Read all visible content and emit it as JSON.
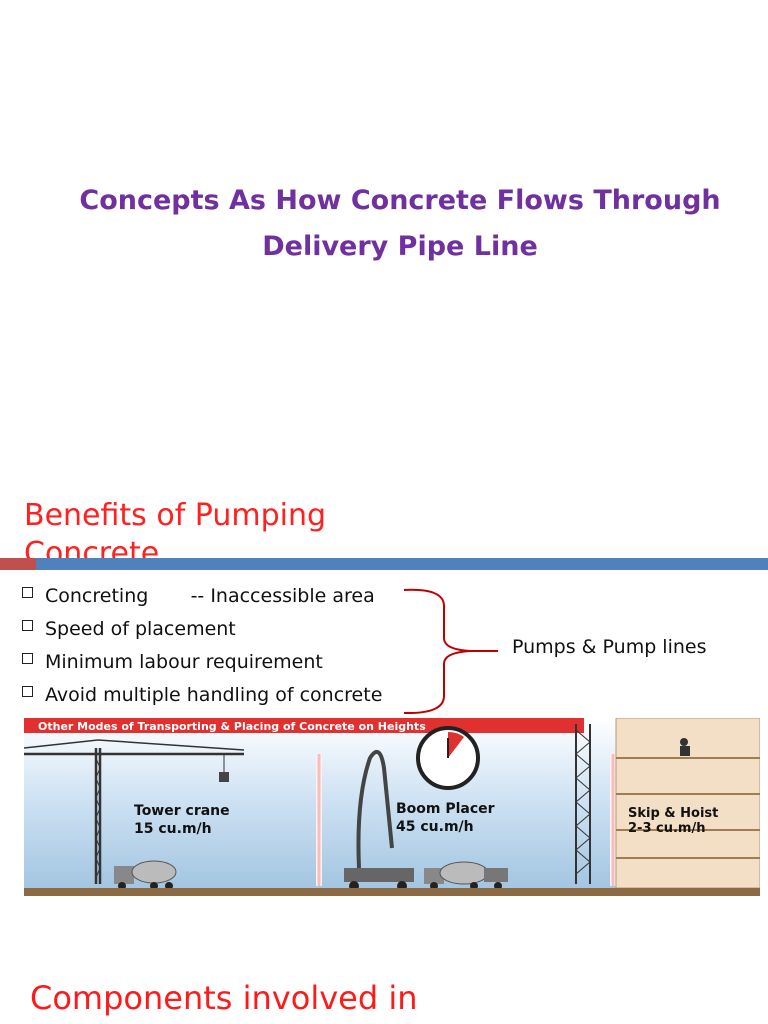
{
  "slide_title": {
    "line1": "Concepts As How Concrete Flows Through",
    "line2": "Delivery Pipe Line"
  },
  "benefits": {
    "heading": "Benefits of Pumping Concrete",
    "items": [
      "Concreting       -- Inaccessible area",
      "Speed of placement",
      "Minimum labour requirement",
      "Avoid multiple handling of concrete"
    ],
    "brace_label": "Pumps & Pump lines"
  },
  "illustration": {
    "banner": "Other Modes of Transporting & Placing of Concrete on Heights",
    "tower_crane": {
      "name": "Tower crane",
      "rate": "15 cu.m/h"
    },
    "boom_placer": {
      "name": "Boom Placer",
      "rate": "45 cu.m/h"
    },
    "skip_hoist": {
      "name": "Skip & Hoist",
      "rate": "2-3 cu.m/h"
    }
  },
  "components_heading": "Components involved in",
  "colors": {
    "title": "#7030a0",
    "heading_red": "#ff2020",
    "rule_red": "#c0504d",
    "rule_blue": "#4f81bd",
    "banner_red": "#e03030",
    "sky": "#cfe2f3"
  }
}
